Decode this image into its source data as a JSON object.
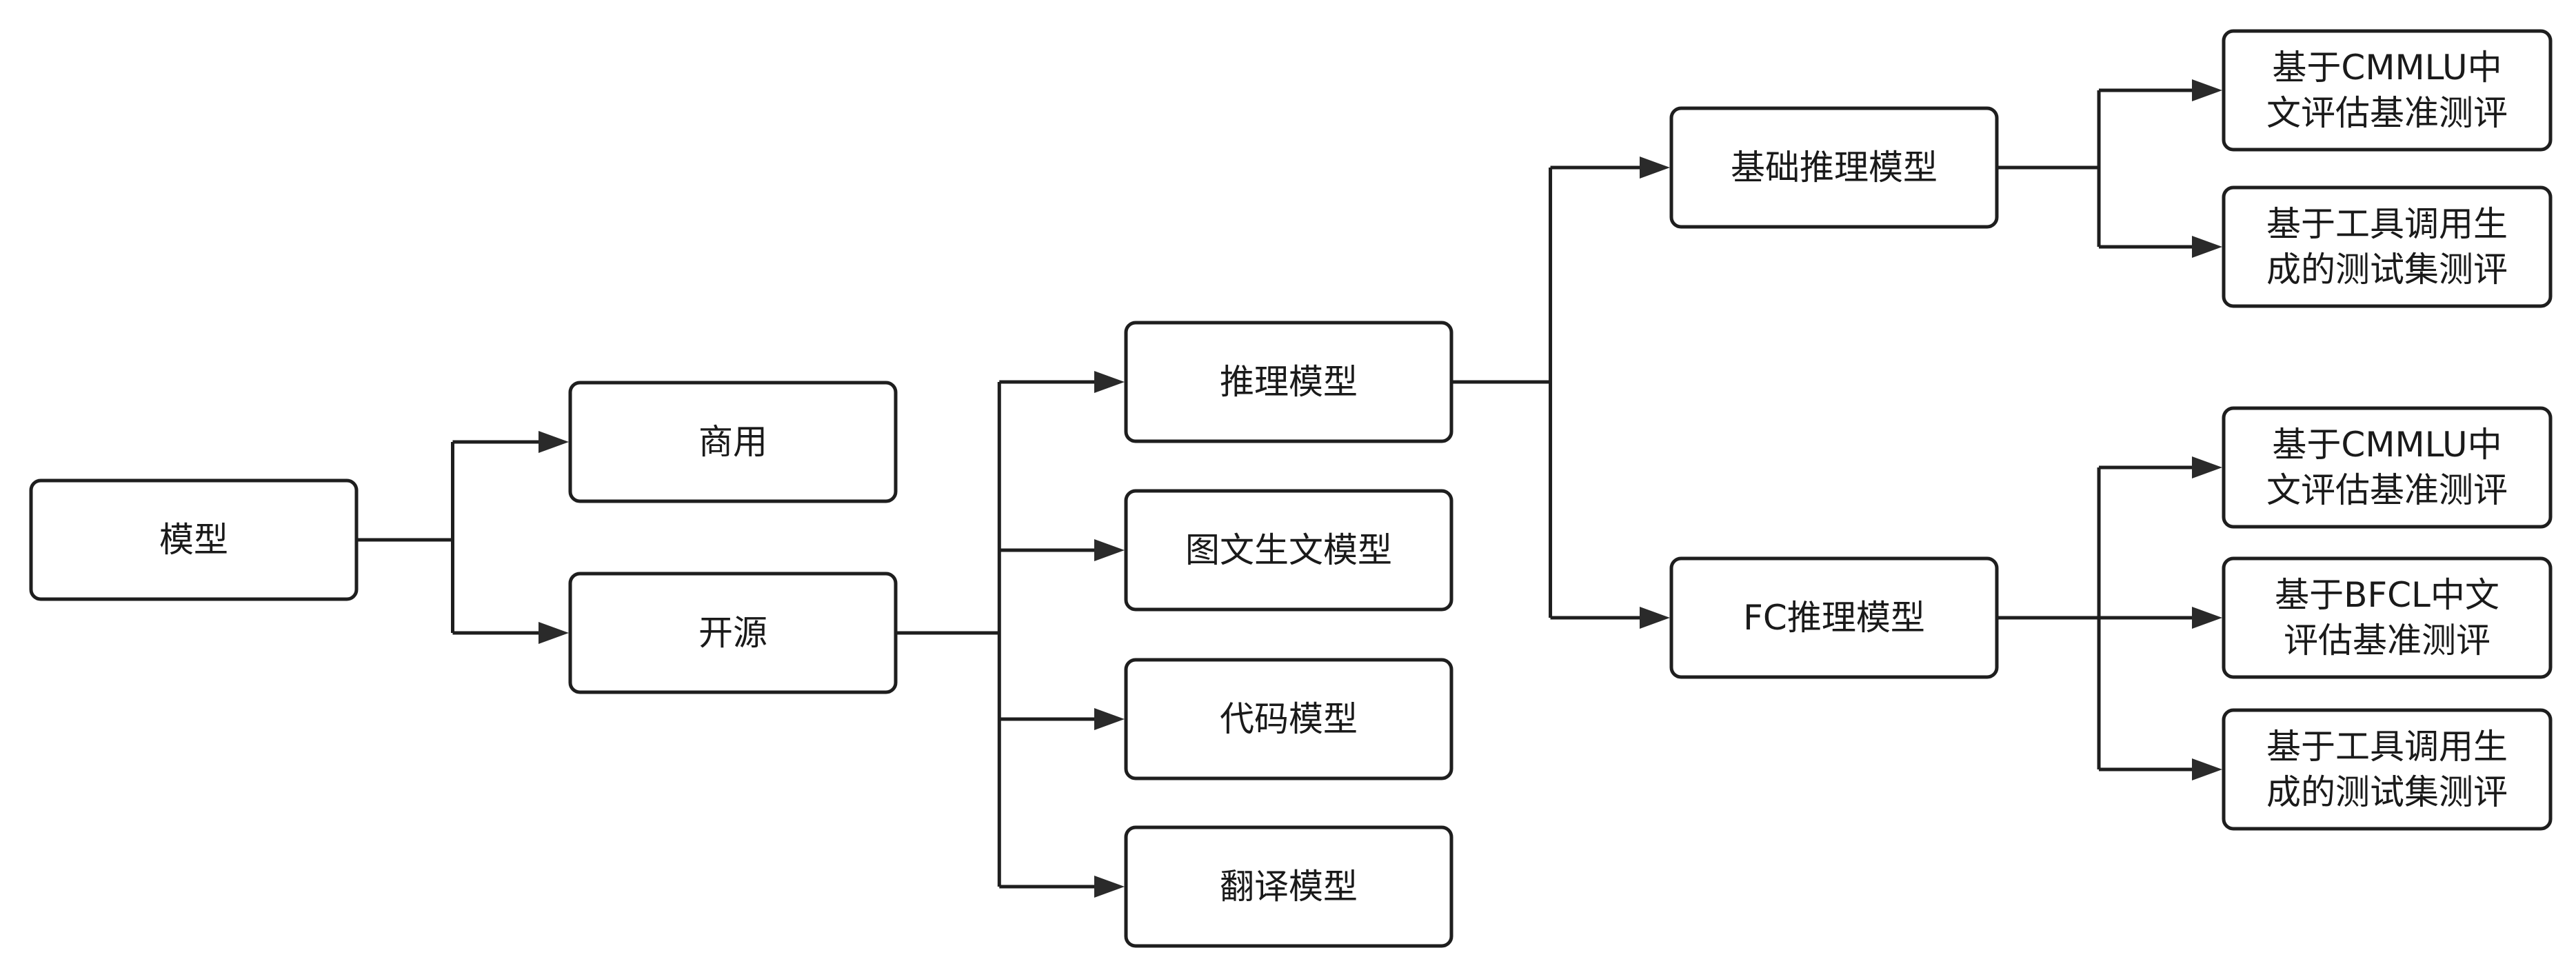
{
  "nodes": [
    {
      "id": "model",
      "lines": [
        "模型"
      ]
    },
    {
      "id": "commercial",
      "lines": [
        "商用"
      ]
    },
    {
      "id": "open-source",
      "lines": [
        "开源"
      ]
    },
    {
      "id": "reasoning",
      "lines": [
        "推理模型"
      ]
    },
    {
      "id": "image-text",
      "lines": [
        "图文生文模型"
      ]
    },
    {
      "id": "code",
      "lines": [
        "代码模型"
      ]
    },
    {
      "id": "translation",
      "lines": [
        "翻译模型"
      ]
    },
    {
      "id": "base-reasoning",
      "lines": [
        "基础推理模型"
      ]
    },
    {
      "id": "fc-reasoning",
      "lines": [
        "FC推理模型"
      ]
    },
    {
      "id": "base-cmmlu",
      "lines": [
        "基于CMMLU中",
        "文评估基准测评"
      ]
    },
    {
      "id": "base-tool",
      "lines": [
        "基于工具调用生",
        "成的测试集测评"
      ]
    },
    {
      "id": "fc-cmmlu",
      "lines": [
        "基于CMMLU中",
        "文评估基准测评"
      ]
    },
    {
      "id": "fc-bfcl",
      "lines": [
        "基于BFCL中文",
        "评估基准测评"
      ]
    },
    {
      "id": "fc-tool",
      "lines": [
        "基于工具调用生",
        "成的测试集测评"
      ]
    }
  ],
  "edges": [
    {
      "from": "model",
      "to": "commercial"
    },
    {
      "from": "model",
      "to": "open-source"
    },
    {
      "from": "open-source",
      "to": "reasoning"
    },
    {
      "from": "open-source",
      "to": "image-text"
    },
    {
      "from": "open-source",
      "to": "code"
    },
    {
      "from": "open-source",
      "to": "translation"
    },
    {
      "from": "reasoning",
      "to": "base-reasoning"
    },
    {
      "from": "reasoning",
      "to": "fc-reasoning"
    },
    {
      "from": "base-reasoning",
      "to": "base-cmmlu"
    },
    {
      "from": "base-reasoning",
      "to": "base-tool"
    },
    {
      "from": "fc-reasoning",
      "to": "fc-cmmlu"
    },
    {
      "from": "fc-reasoning",
      "to": "fc-bfcl"
    },
    {
      "from": "fc-reasoning",
      "to": "fc-tool"
    }
  ]
}
